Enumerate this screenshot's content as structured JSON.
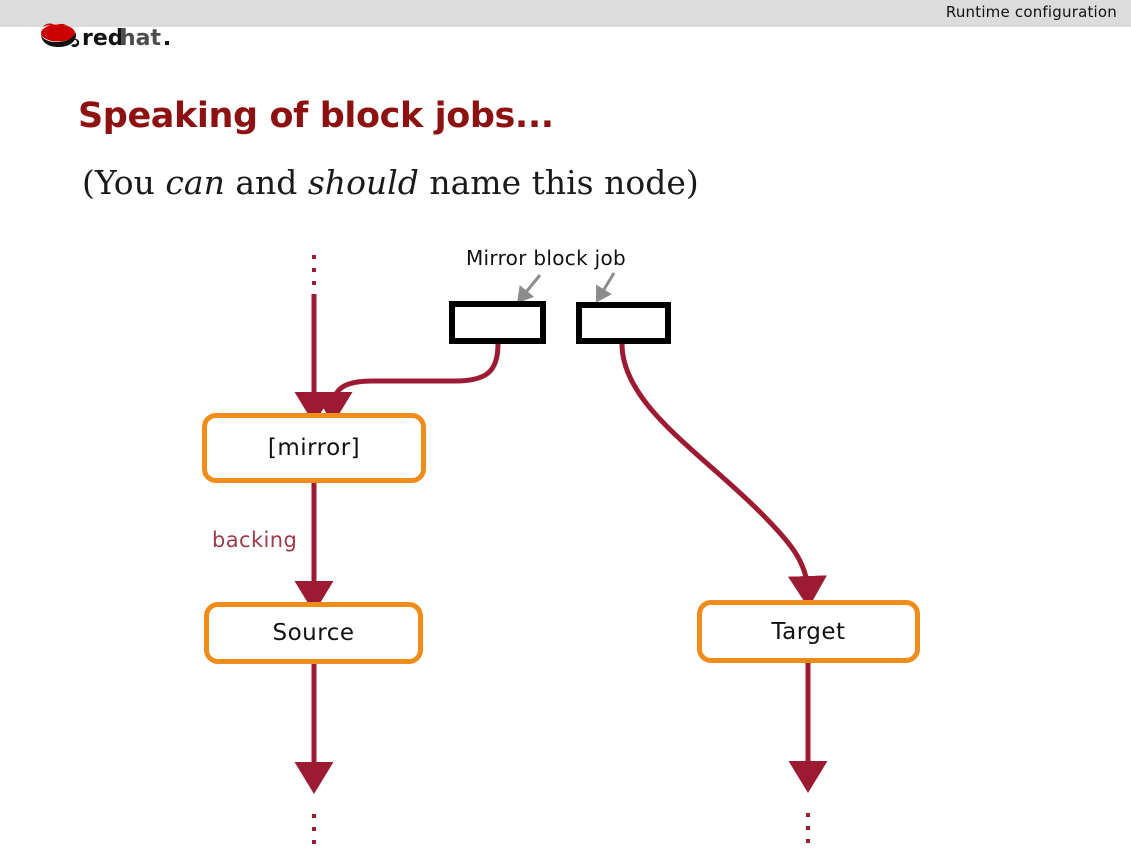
{
  "header": {
    "title": "Runtime configuration",
    "logo_alt": "redhat",
    "logo_word_bold": "red",
    "logo_word_light": "hat",
    "bar_color": "#dcdcdc"
  },
  "slide": {
    "title": "Speaking of block jobs...",
    "subtitle_parts": [
      {
        "text": "(You ",
        "italic": false
      },
      {
        "text": "can",
        "italic": true
      },
      {
        "text": " and ",
        "italic": false
      },
      {
        "text": "should",
        "italic": true
      },
      {
        "text": " name this node)",
        "italic": false
      }
    ],
    "subtitle_plain": "(You can and should name this node)",
    "title_color": "#8e1111"
  },
  "diagram": {
    "job_label": "Mirror block job",
    "edge_label_backing": "backing",
    "nodes": [
      {
        "id": "mirror",
        "label": "[mirror]",
        "style": "rounded-orange"
      },
      {
        "id": "source",
        "label": "Source",
        "style": "rounded-orange"
      },
      {
        "id": "target",
        "label": "Target",
        "style": "rounded-orange"
      }
    ],
    "job_boxes": [
      {
        "id": "job-left",
        "label": ""
      },
      {
        "id": "job-right",
        "label": ""
      }
    ],
    "colors": {
      "node_border": "#f08c1a",
      "edge": "#9c1b33",
      "job_box_border": "#000000",
      "annotation_arrow": "#8c8c8c",
      "backing_label": "#a03a4a"
    },
    "continuation_marks": [
      {
        "id": "top-dots",
        "glyph": "vertical-ellipsis"
      },
      {
        "id": "bottom-left-dots",
        "glyph": "vertical-ellipsis"
      },
      {
        "id": "bottom-right-dots",
        "glyph": "vertical-ellipsis"
      }
    ]
  }
}
